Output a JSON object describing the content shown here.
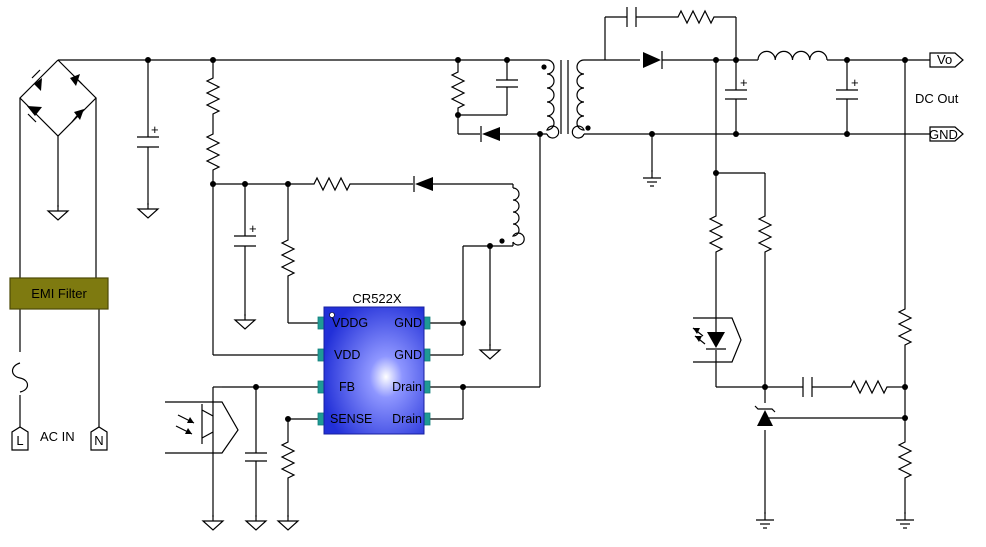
{
  "diagram": {
    "ic": {
      "part": "CR522X",
      "pins_left": [
        "VDDG",
        "VDD",
        "FB",
        "SENSE"
      ],
      "pins_right": [
        "GND",
        "GND",
        "Drain",
        "Drain"
      ],
      "body_color": "#2230d8",
      "pin_color": "#1f9a95"
    },
    "labels": {
      "emi_filter": "EMI Filter",
      "ac_in": "AC IN",
      "line": "L",
      "neutral": "N",
      "dc_out": "DC Out",
      "vo": "Vo",
      "gnd": "GND"
    },
    "colors": {
      "emi_box": "#7e7a10",
      "wire": "#000000"
    }
  }
}
